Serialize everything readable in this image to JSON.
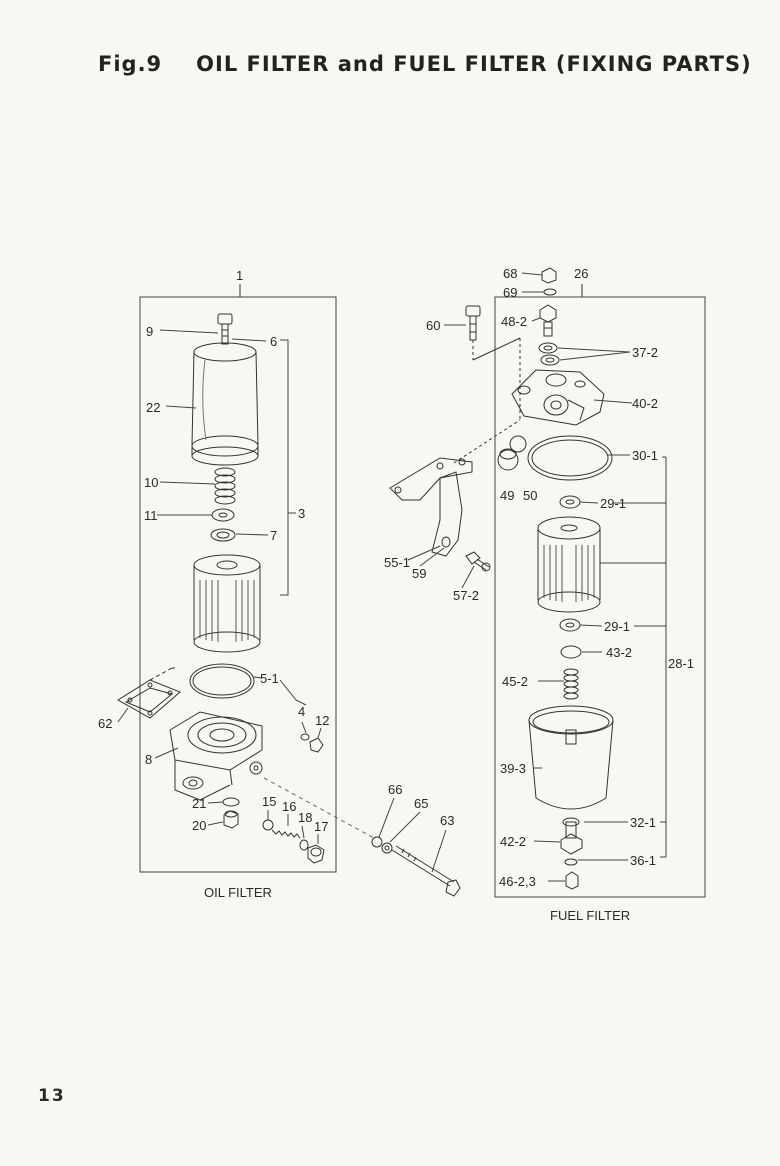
{
  "title": {
    "fig": "Fig.9",
    "text": "OIL FILTER and FUEL FILTER (FIXING PARTS)"
  },
  "page_number": "13",
  "captions": {
    "oil_filter": "OIL FILTER",
    "fuel_filter": "FUEL FILTER"
  },
  "oil_filter_labels": {
    "p1": "1",
    "p9": "9",
    "p6": "6",
    "p22": "22",
    "p3": "3",
    "p10": "10",
    "p11": "11",
    "p7": "7",
    "p5_1": "5-1",
    "p62": "62",
    "p4": "4",
    "p12": "12",
    "p8": "8",
    "p21": "21",
    "p20": "20",
    "p15": "15",
    "p16": "16",
    "p18": "18",
    "p17": "17"
  },
  "bracket_labels": {
    "p60": "60",
    "p55_1": "55-1",
    "p59": "59",
    "p57_2": "57-2",
    "p66": "66",
    "p65": "65",
    "p63": "63"
  },
  "fuel_filter_labels": {
    "p68": "68",
    "p69": "69",
    "p26": "26",
    "p48_2": "48-2",
    "p37_2": "37-2",
    "p40_2": "40-2",
    "p30_1": "30-1",
    "p49": "49",
    "p50": "50",
    "p29_1a": "29-1",
    "p29_1b": "29-1",
    "p43_2": "43-2",
    "p28_1": "28-1",
    "p45_2": "45-2",
    "p39_3": "39-3",
    "p32_1": "32-1",
    "p42_2": "42-2",
    "p36_1": "36-1",
    "p46_2_3": "46-2,3"
  }
}
